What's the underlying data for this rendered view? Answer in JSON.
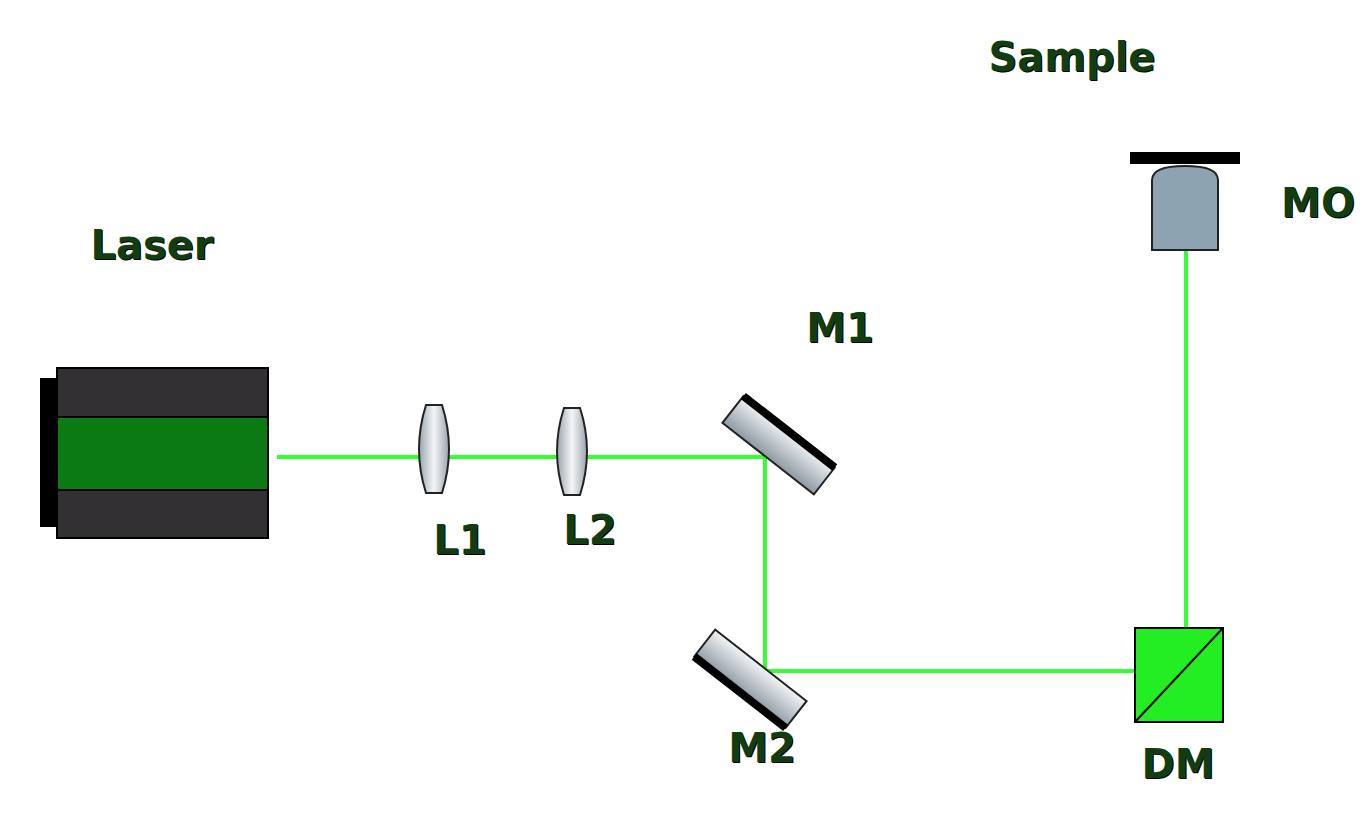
{
  "diagram": {
    "labels": [
      "Sample",
      "MO",
      "Laser",
      "M1",
      "L1",
      "L2",
      "M2",
      "DM"
    ]
  }
}
